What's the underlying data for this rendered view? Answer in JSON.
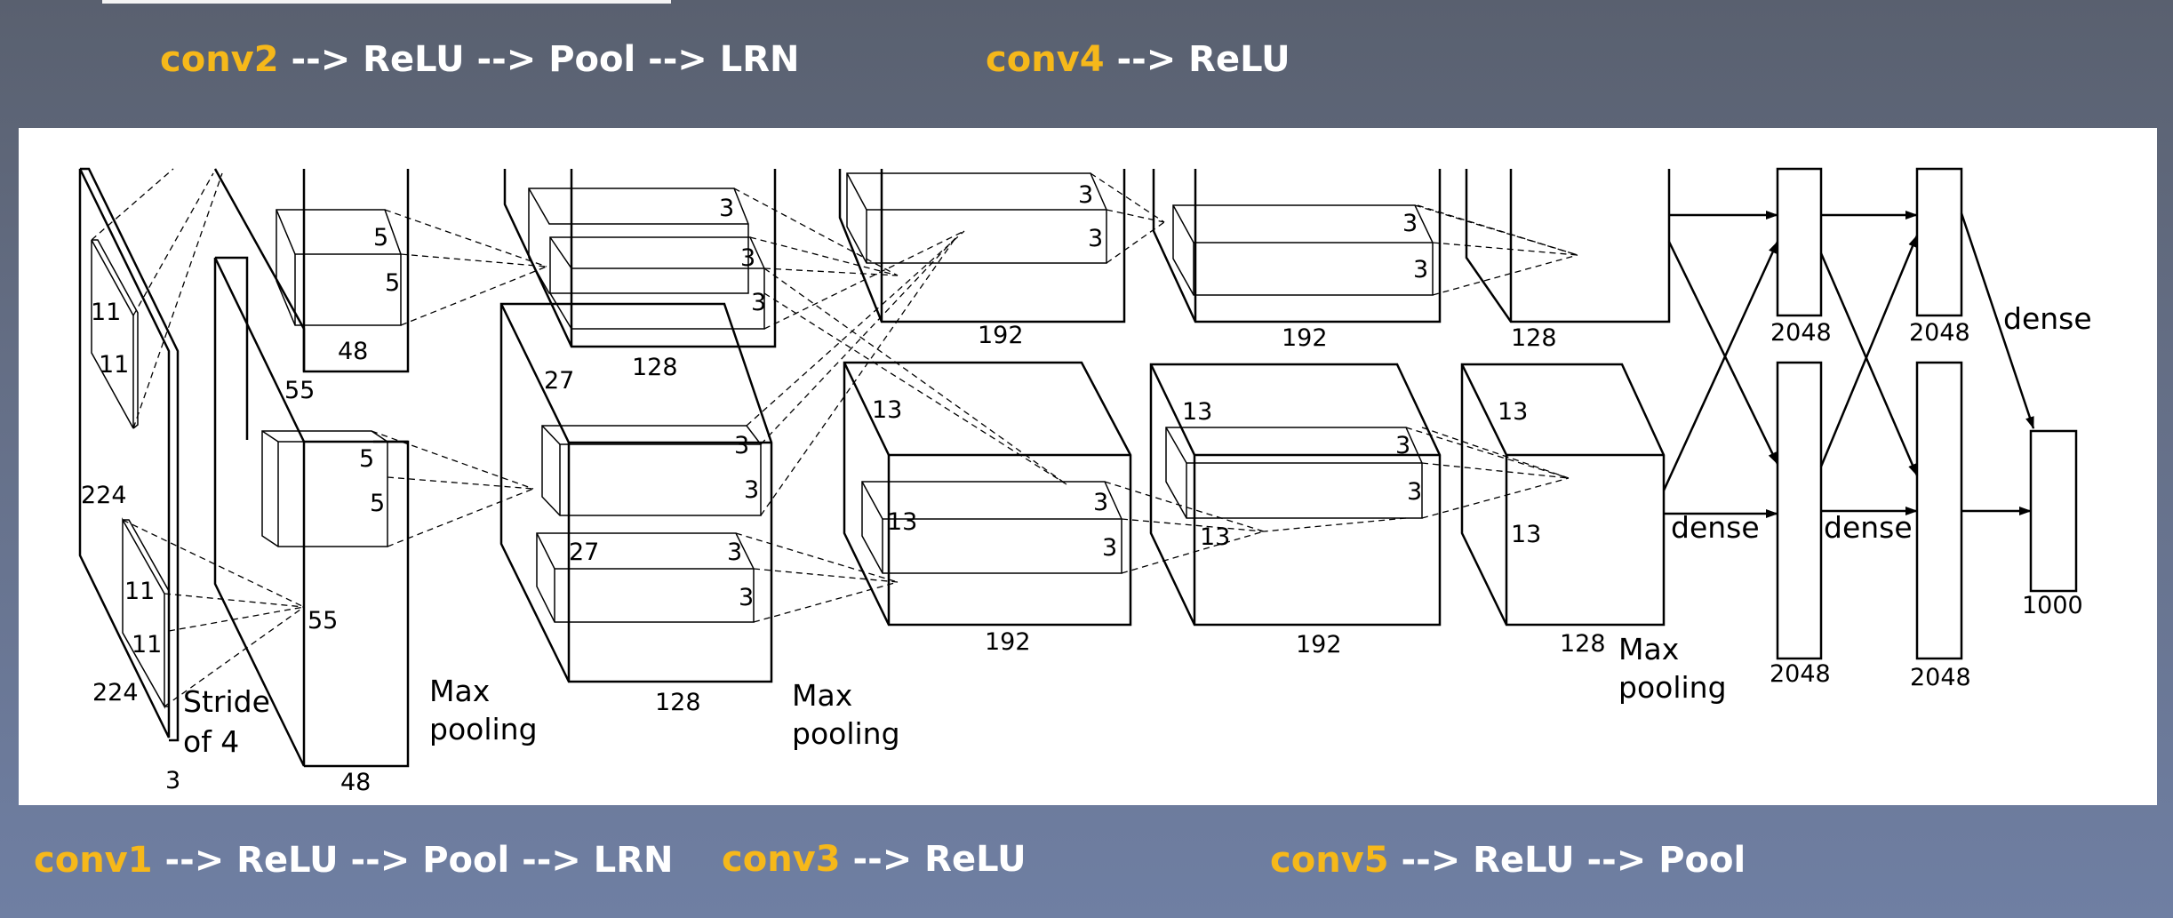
{
  "captions": {
    "top_left": {
      "keyword": "conv2",
      "rest": " --> ReLU --> Pool --> LRN"
    },
    "top_right": {
      "keyword": "conv4",
      "rest": " --> ReLU"
    },
    "bottom_left": {
      "keyword": "conv1",
      "rest": " --> ReLU --> Pool --> LRN"
    },
    "bottom_mid": {
      "keyword": "conv3",
      "rest": " --> ReLU"
    },
    "bottom_right": {
      "keyword": "conv5",
      "rest": " --> ReLU --> Pool"
    }
  },
  "diagram": {
    "input": {
      "h": "224",
      "w": "224",
      "d": "3",
      "k1": "11",
      "k2": "11",
      "k3": "11",
      "k4": "11",
      "stride_line1": "Stride",
      "stride_line2": "of 4"
    },
    "conv1": {
      "size": "55",
      "depth": "48",
      "depth_b": "48",
      "size_b": "55",
      "k_top1": "5",
      "k_top2": "5",
      "k_bot1": "5",
      "k_bot2": "5",
      "pool_line1": "Max",
      "pool_line2": "pooling"
    },
    "conv2": {
      "size": "27",
      "size_b": "27",
      "depth_top": "128",
      "depth_bot": "128",
      "k1": "3",
      "k2": "3",
      "k3": "3",
      "k4": "3",
      "k5": "3",
      "k6": "3",
      "k7": "3",
      "pool_line1": "Max",
      "pool_line2": "pooling"
    },
    "conv3": {
      "depth_top": "192",
      "depth_bot": "192",
      "size1": "13",
      "size2": "13",
      "k1": "3",
      "k2": "3",
      "k3": "3",
      "k4": "3"
    },
    "conv4": {
      "depth_top": "192",
      "depth_bot": "192",
      "size1": "13",
      "size2": "13",
      "k1": "3",
      "k2": "3",
      "k3": "3",
      "k4": "3"
    },
    "conv5": {
      "depth_top": "128",
      "depth_bot": "128",
      "size1": "13",
      "size2": "13",
      "pool_line1": "Max",
      "pool_line2": "pooling"
    },
    "fc": {
      "fc1_top": "2048",
      "fc1_bot": "2048",
      "fc2_top": "2048",
      "fc2_bot": "2048",
      "out": "1000",
      "dense1": "dense",
      "dense2": "dense",
      "dense3": "dense"
    }
  }
}
